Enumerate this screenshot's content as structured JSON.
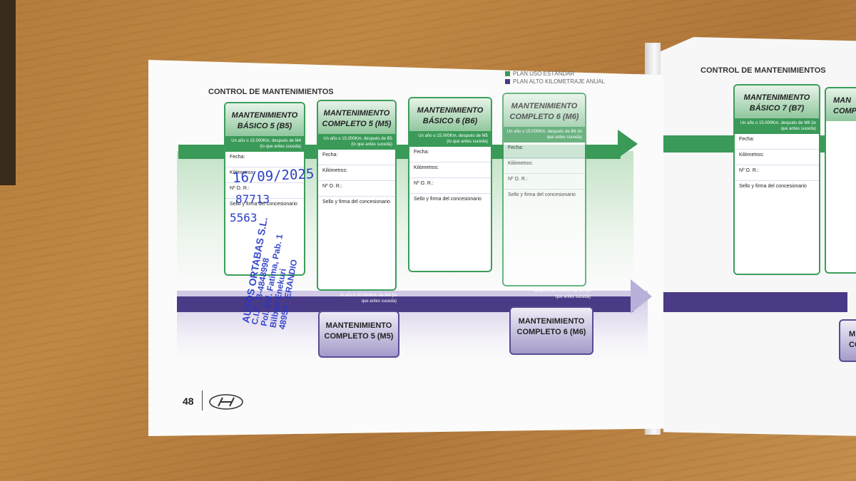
{
  "left_page": {
    "title": "CONTROL DE MANTENIMIENTOS",
    "legend": [
      {
        "label": "PLAN USO ESTÁNDAR",
        "color": "#3a9a58"
      },
      {
        "label": "PLAN ALTO KILOMETRAJE ANUAL",
        "color": "#4b3b86"
      }
    ],
    "green_cards": [
      {
        "title_1": "MANTENIMIENTO",
        "title_2": "BÁSICO 5 (B5)",
        "note": "Un año o 15.000Km. después de M4 (lo que antes suceda)"
      },
      {
        "title_1": "MANTENIMIENTO",
        "title_2": "COMPLETO 5 (M5)",
        "note": "Un año o 15.000Km. después de B5 (lo que antes suceda)"
      },
      {
        "title_1": "MANTENIMIENTO",
        "title_2": "BÁSICO 6 (B6)",
        "note": "Un año o 15.000Km. después de M5 (lo que antes suceda)"
      },
      {
        "title_1": "MANTENIMIENTO",
        "title_2": "COMPLETO 6 (M6)",
        "note": "Un año o 15.000Km. después de B6 (lo que antes suceda)"
      }
    ],
    "fields": {
      "fecha": "Fecha:",
      "km": "Kilómetros:",
      "or": "Nº O. R.:",
      "sello": "Sello y firma del concesionario"
    },
    "purple_cards": [
      {
        "title_1": "MANTENIMIENTO",
        "title_2": "COMPLETO 5 (M5)",
        "note": "Al año o 30.000Km. de M4 (lo que antes suceda)"
      },
      {
        "title_1": "MANTENIMIENTO",
        "title_2": "COMPLETO 6 (M6)",
        "note": "Al año o 30.000Km. de M5 (lo que antes suceda)"
      }
    ],
    "page_number": "48"
  },
  "handwritten": {
    "date": "16/09/2025",
    "km": "87713",
    "or": "5563"
  },
  "stamp_lines": [
    "AUTOS ORTABAS S.L.",
    "C.I.F.: B-4848998",
    "Pol. Ind. Fatima, Pab. 1",
    "Bilbao Enekuri",
    "48950 - ERANDIO"
  ],
  "right_page": {
    "title": "CONTROL DE MANTENIMIENTOS",
    "card": {
      "title_1": "MANTENIMIENTO",
      "title_2": "BÁSICO 7 (B7)",
      "note": "Un año o 15.000Km. después de M6 (lo que antes suceda)"
    },
    "partial_card": {
      "title_1": "MAN",
      "title_2": "COMPL"
    },
    "partial_purple": {
      "title_1": "M",
      "title_2": "CO"
    }
  }
}
